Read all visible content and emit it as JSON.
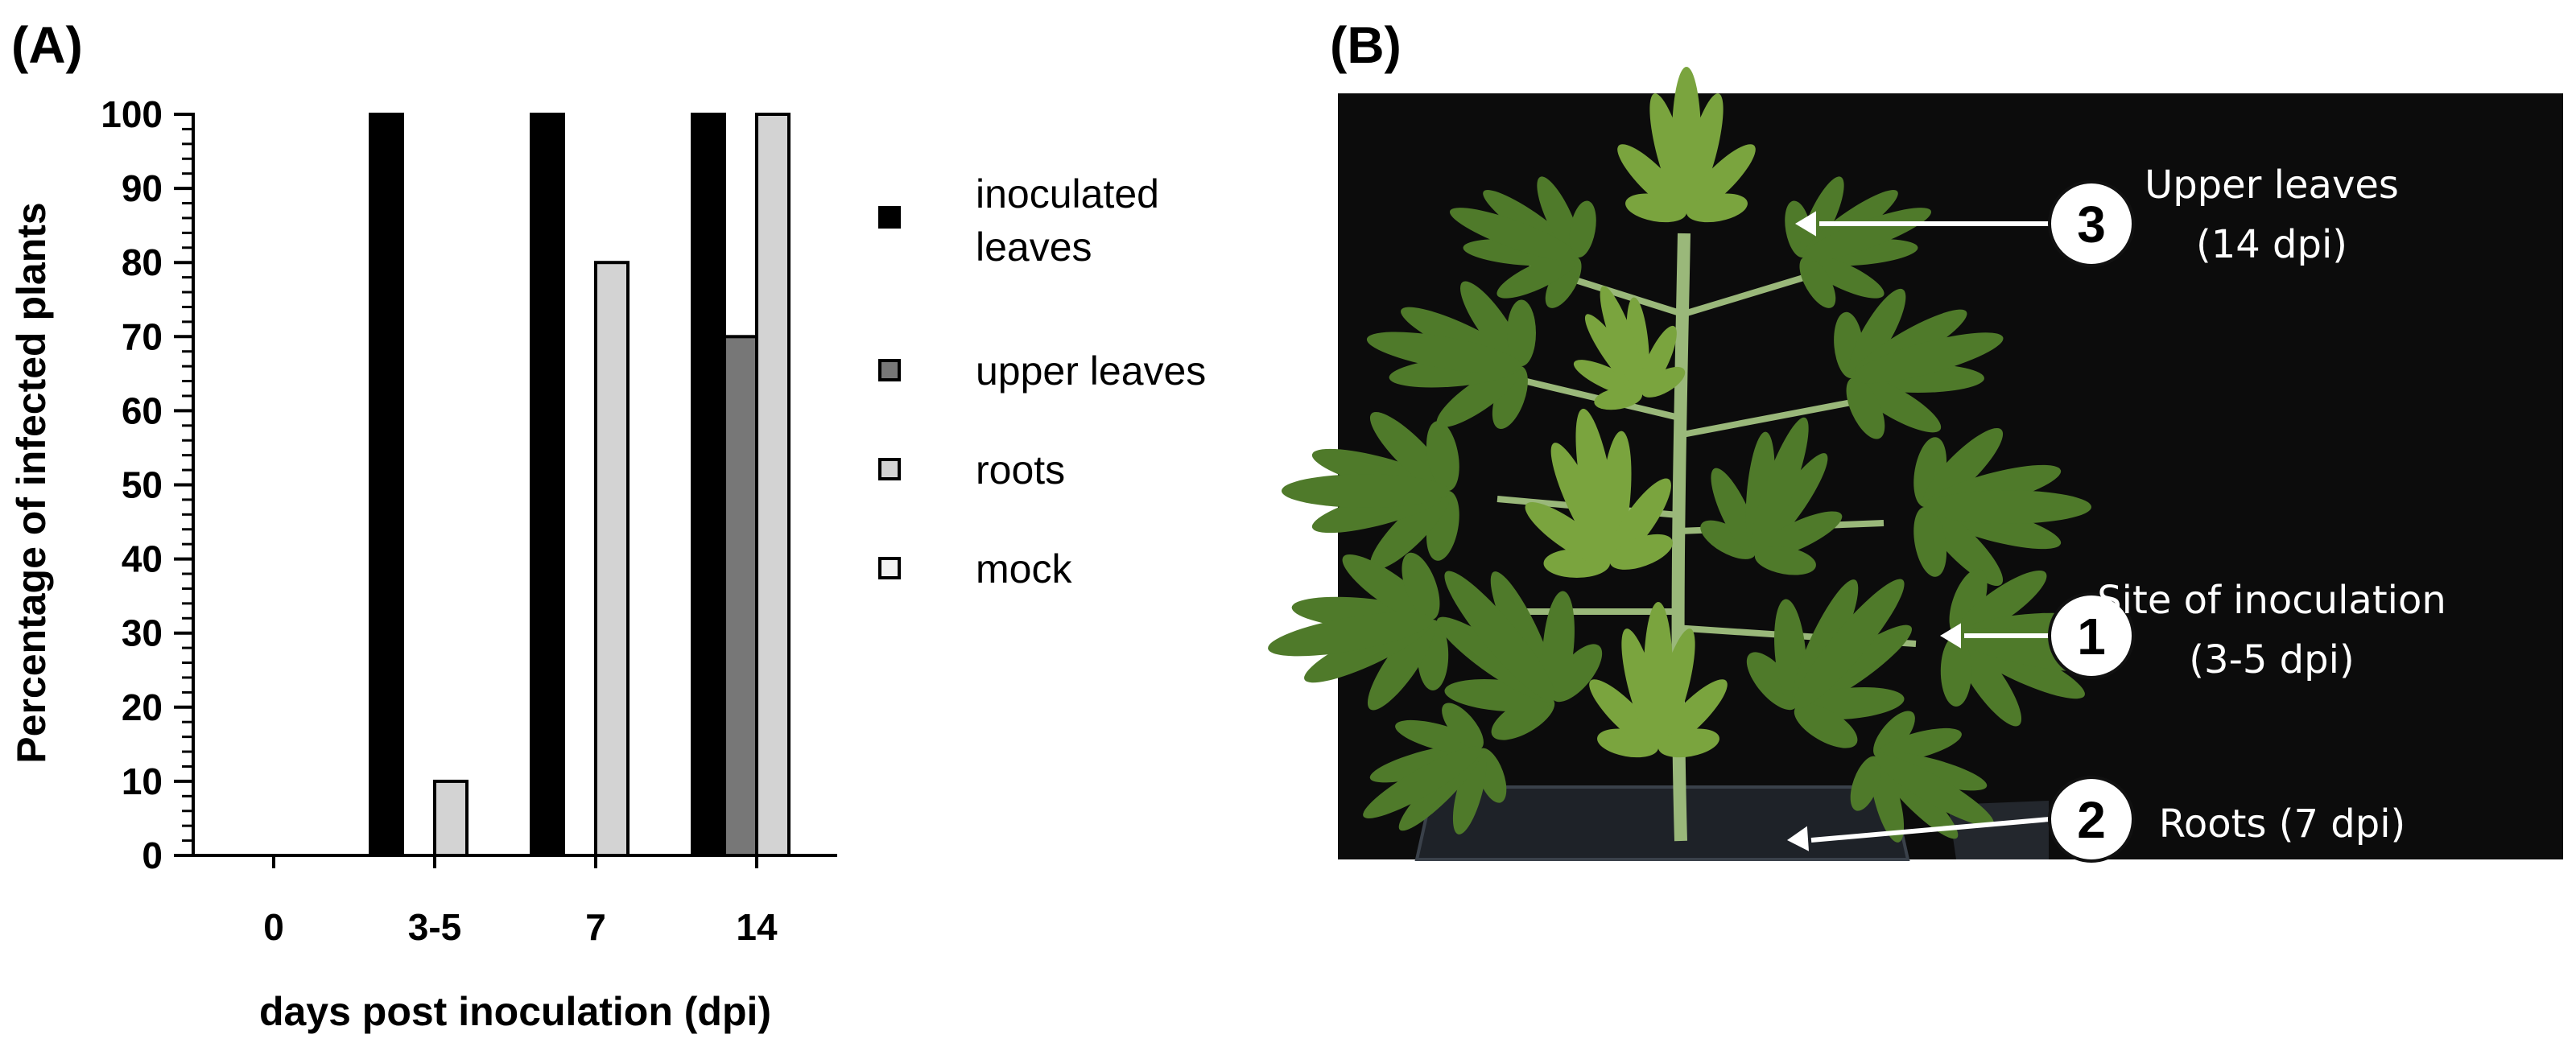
{
  "panel_a": {
    "label": "(A)"
  },
  "panel_b": {
    "label": "(B)"
  },
  "chart_data": {
    "type": "bar",
    "categories": [
      "0",
      "3-5",
      "7",
      "14"
    ],
    "series": [
      {
        "name": "inoculated leaves",
        "values": [
          0,
          100,
          100,
          100
        ],
        "color": "#000000"
      },
      {
        "name": "upper leaves",
        "values": [
          0,
          0,
          0,
          70
        ],
        "color": "#777777"
      },
      {
        "name": "roots",
        "values": [
          0,
          10,
          80,
          100
        ],
        "color": "#d3d3d3"
      },
      {
        "name": "mock",
        "values": [
          0,
          0,
          0,
          0
        ],
        "color": "#f2f2f2"
      }
    ],
    "legend_lines": [
      [
        "inoculated",
        "leaves"
      ],
      [
        "upper leaves"
      ],
      [
        "roots"
      ],
      [
        "mock"
      ]
    ],
    "xlabel": "days post inoculation (dpi)",
    "ylabel": "Percentage of infected plants",
    "ylim": [
      0,
      100
    ],
    "yticks": [
      "0",
      "10",
      "20",
      "30",
      "40",
      "50",
      "60",
      "70",
      "80",
      "90",
      "100"
    ],
    "legend_position": "right",
    "grid": false
  },
  "photo": {
    "callouts": [
      {
        "number": "3",
        "lines": [
          "Upper leaves",
          "(14 dpi)"
        ]
      },
      {
        "number": "1",
        "lines": [
          "Site of inoculation",
          "(3-5 dpi)"
        ]
      },
      {
        "number": "2",
        "lines": [
          "Roots (7 dpi)"
        ]
      }
    ],
    "colors": {
      "background": "#0c0c0c",
      "leaf": "#4f7a2a",
      "leaf_light": "#7aa43e",
      "stem": "#9ab87a",
      "pot": "#1e2228",
      "arrow": "#ffffff"
    }
  }
}
